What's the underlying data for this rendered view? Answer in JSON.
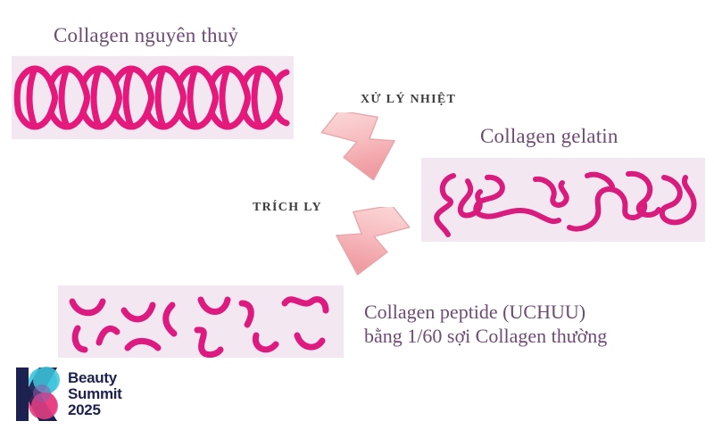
{
  "meta": {
    "kind": "infographic-diagram",
    "subject": "Collagen processing stages",
    "background_color": "#ffffff"
  },
  "colors": {
    "strand_magenta": "#e5187c",
    "panel_background": "#f3e8f2",
    "label_purple": "#6e4b74",
    "step_label_gray": "#3d3d3d",
    "arrow_pink_light": "#fbd2d4",
    "arrow_pink_dark": "#f3a3a8",
    "logo_navy": "#1d2150",
    "logo_cyan": "#3fc6dd",
    "logo_pink": "#ea3f84",
    "logo_purple": "#8f5aa8"
  },
  "stages": {
    "collagen": {
      "label": "Collagen nguyên thuỷ",
      "panel_name": "collagen-triple-helix-panel",
      "visual": "tightly coiled double/triple helix fibril drawn as a repeating woven band"
    },
    "gelatin": {
      "label": "Collagen gelatin",
      "panel_name": "gelatin-random-coil-panel",
      "visual": "long loose random-coil strands, unwound"
    },
    "peptide": {
      "label_line1": "Collagen peptide (UCHUU)",
      "label_line2": "bằng 1/60 sợi Collagen thường",
      "panel_name": "collagen-peptide-panel",
      "visual": "many short broken peptide fragments"
    }
  },
  "steps": [
    {
      "id": "heat",
      "label": "XỬ LÝ NHIỆT",
      "arrow_direction": "down-right"
    },
    {
      "id": "extract",
      "label": "TRÍCH LY",
      "arrow_direction": "down-left"
    }
  ],
  "logo": {
    "line1": "Beauty",
    "line2": "Summit",
    "line3": "2025"
  }
}
